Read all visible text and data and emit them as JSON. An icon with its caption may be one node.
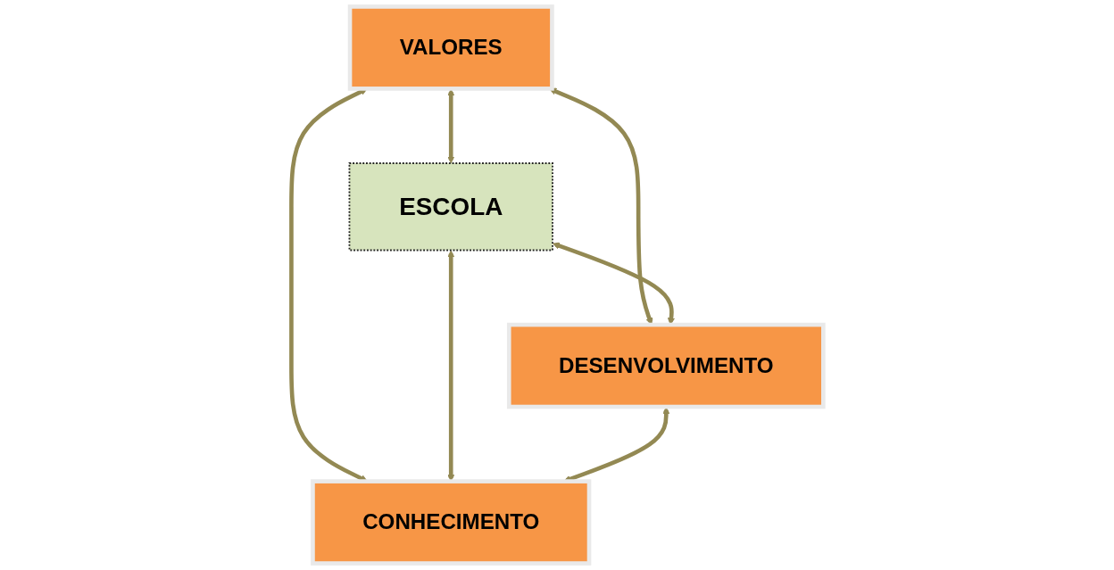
{
  "diagram": {
    "nodes": [
      {
        "text": [
          "VALORES"
        ]
      },
      {
        "text": [
          "ESCOLA"
        ]
      },
      {
        "text": [
          "DESENVOLVIMENTO"
        ]
      },
      {
        "text": [
          "CONHECIMENTO"
        ]
      }
    ],
    "edges": [
      {
        "from": 0,
        "to": 2,
        "arrow": "both"
      },
      {
        "from": 0,
        "to": 3,
        "arrow": "both"
      },
      {
        "from": 0,
        "to": 1,
        "arrow": "both"
      },
      {
        "from": 1,
        "to": 2,
        "arrow": "both"
      },
      {
        "from": 1,
        "to": 3,
        "arrow": "both"
      },
      {
        "from": 2,
        "to": 3,
        "arrow": "both"
      }
    ]
  }
}
